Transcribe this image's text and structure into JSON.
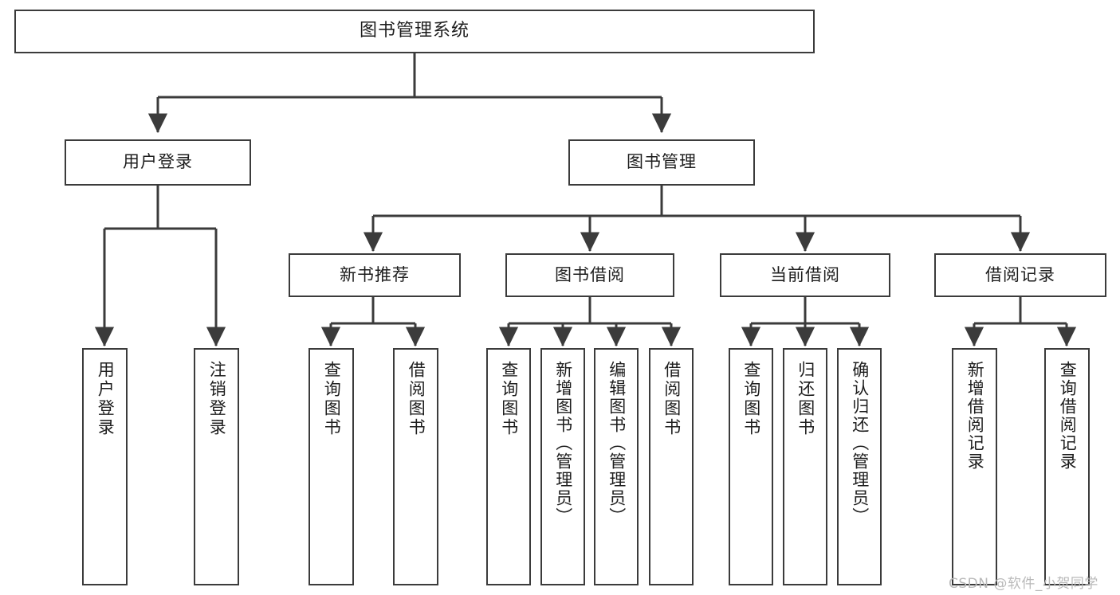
{
  "diagram": {
    "title": "图书管理系统",
    "type": "tree",
    "colors": {
      "background": "#ffffff",
      "line": "#3b3b3b",
      "box_border": "#3b3b3b",
      "box_fill": "#ffffff",
      "text": "#1d1d1d",
      "watermark": "#b9b9b9"
    }
  },
  "watermark": {
    "text": "CSDN @软件_小贺同学"
  },
  "nodes": {
    "root": {
      "label": "图书管理系统"
    },
    "level2": [
      {
        "id": "user-login",
        "label": "用户登录"
      },
      {
        "id": "book-manage",
        "label": "图书管理"
      }
    ],
    "level3": [
      {
        "id": "new-book-recommend",
        "label": "新书推荐"
      },
      {
        "id": "book-borrow",
        "label": "图书借阅"
      },
      {
        "id": "current-borrow",
        "label": "当前借阅"
      },
      {
        "id": "borrow-record",
        "label": "借阅记录"
      }
    ],
    "leaves": {
      "user_login": [
        {
          "id": "leaf-user-login",
          "label": "用户登录"
        },
        {
          "id": "leaf-logout-login",
          "label": "注销登录"
        }
      ],
      "new_book_recommend": [
        {
          "id": "leaf-query-book-1",
          "label": "查询图书"
        },
        {
          "id": "leaf-borrow-book-1",
          "label": "借阅图书"
        }
      ],
      "book_borrow": [
        {
          "id": "leaf-query-book-2",
          "label": "查询图书"
        },
        {
          "id": "leaf-add-book",
          "label": "新增图书（管理员）"
        },
        {
          "id": "leaf-edit-book",
          "label": "编辑图书（管理员）"
        },
        {
          "id": "leaf-borrow-book-2",
          "label": "借阅图书"
        }
      ],
      "current_borrow": [
        {
          "id": "leaf-query-book-3",
          "label": "查询图书"
        },
        {
          "id": "leaf-return-book",
          "label": "归还图书"
        },
        {
          "id": "leaf-confirm-return",
          "label": "确认归还（管理员）"
        }
      ],
      "borrow_record": [
        {
          "id": "leaf-add-record",
          "label": "新增借阅记录"
        },
        {
          "id": "leaf-query-record",
          "label": "查询借阅记录"
        }
      ]
    }
  }
}
